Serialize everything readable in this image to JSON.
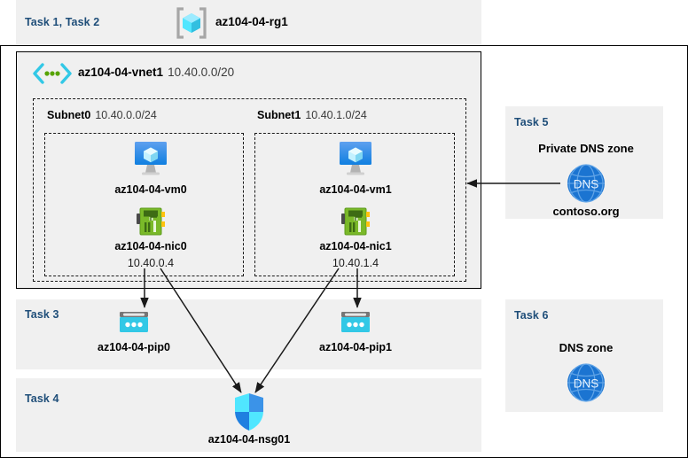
{
  "resource_group": {
    "task_label": "Task 1, Task 2",
    "name": "az104-04-rg1",
    "icon": "resource-group-icon"
  },
  "vnet": {
    "name": "az104-04-vnet1",
    "cidr": "10.40.0.0/20",
    "icon": "virtual-network-icon"
  },
  "subnets": [
    {
      "name": "Subnet0",
      "cidr": "10.40.0.0/24",
      "vm": {
        "name": "az104-04-vm0",
        "icon": "virtual-machine-icon"
      },
      "nic": {
        "name": "az104-04-nic0",
        "ip": "10.40.0.4",
        "icon": "network-interface-icon"
      }
    },
    {
      "name": "Subnet1",
      "cidr": "10.40.1.0/24",
      "vm": {
        "name": "az104-04-vm1",
        "icon": "virtual-machine-icon"
      },
      "nic": {
        "name": "az104-04-nic1",
        "ip": "10.40.1.4",
        "icon": "network-interface-icon"
      }
    }
  ],
  "task3": {
    "label": "Task 3",
    "public_ips": [
      {
        "name": "az104-04-pip0",
        "icon": "public-ip-address-icon"
      },
      {
        "name": "az104-04-pip1",
        "icon": "public-ip-address-icon"
      }
    ]
  },
  "task4": {
    "label": "Task 4",
    "nsg": {
      "name": "az104-04-nsg01",
      "icon": "network-security-group-icon"
    }
  },
  "task5": {
    "label": "Task 5",
    "title": "Private DNS zone",
    "domain": "contoso.org",
    "icon": "dns-zone-icon",
    "icon_text": "DNS"
  },
  "task6": {
    "label": "Task 6",
    "title": "DNS zone",
    "icon": "dns-zone-icon",
    "icon_text": "DNS"
  },
  "colors": {
    "task_label": "#1f4e79",
    "panel_bg": "#f0f0f0",
    "page_bg": "#ffffff",
    "border": "#000000",
    "azure_blue": "#0078d4",
    "cyan": "#32c8e6",
    "nic_green": "#6cb33f",
    "dns_blue": "#1b74d1",
    "arrow": "#1a1a1a"
  }
}
